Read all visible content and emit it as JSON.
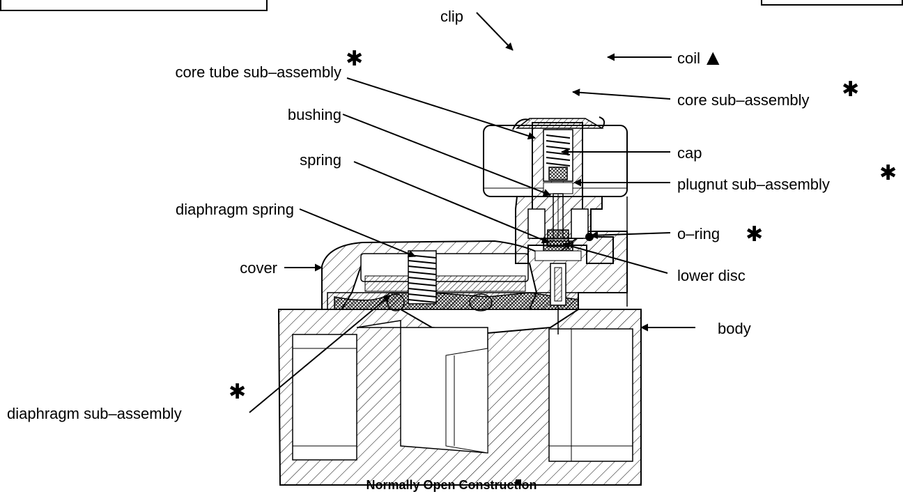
{
  "diagram": {
    "caption": "Normally Open Construction",
    "symbols": {
      "replacement_part": "✱",
      "coil": "▲"
    },
    "labels": {
      "clip": "clip",
      "core_tube_sub_assembly": "core tube sub–assembly",
      "bushing": "bushing",
      "spring": "spring",
      "diaphragm_spring": "diaphragm spring",
      "cover": "cover",
      "diaphragm_sub_assembly": "diaphragm sub–assembly",
      "coil": "coil",
      "core_sub_assembly": "core sub–assembly",
      "cap": "cap",
      "plugnut_sub_assembly": "plugnut sub–assembly",
      "o_ring": "o–ring",
      "lower_disc": "lower disc",
      "body": "body"
    }
  }
}
